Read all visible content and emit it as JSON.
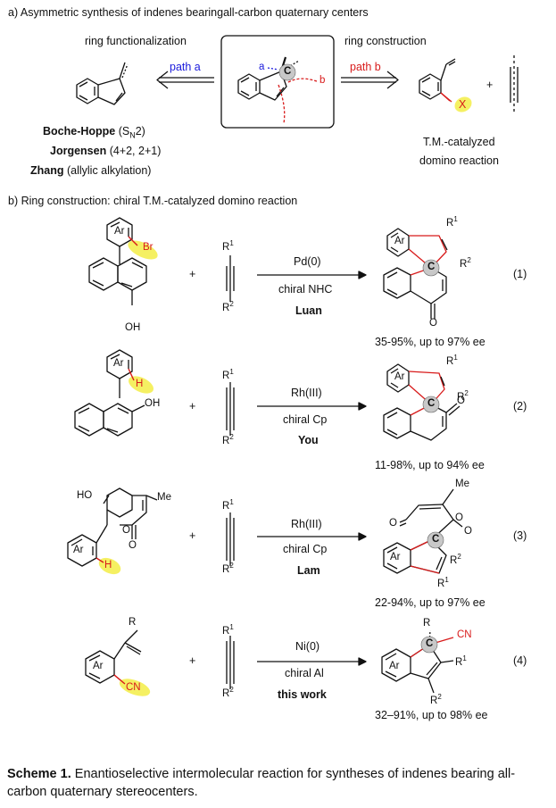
{
  "section_a": {
    "title": "a) Asymmetric synthesis of indenes bearingall-carbon quaternary centers",
    "left_label": "ring functionalization",
    "right_label": "ring construction",
    "path_a": "path a",
    "path_b": "path b",
    "bond_a": "a",
    "bond_b": "b",
    "center_c": "C",
    "refs": [
      {
        "name": "Boche-Hoppe",
        "detail_pre": " (S",
        "detail_sub": "N",
        "detail_post": "2)"
      },
      {
        "name": "Jorgensen",
        "detail": " (4+2, 2+1)"
      },
      {
        "name": "Zhang",
        "detail": " (allylic alkylation)"
      }
    ],
    "plus": "+",
    "x_label": "X",
    "tm_line1": "T.M.-catalyzed",
    "tm_line2": "domino reaction"
  },
  "section_b": {
    "title": "b) Ring construction: chiral T.M.-catalyzed domino reaction",
    "reactions": [
      {
        "cat": "Pd(0)",
        "ligand": "chiral NHC",
        "author": "Luan",
        "yield": "35-95%, up to 97% ee",
        "num": "(1)",
        "group": "Br",
        "ar": "Ar"
      },
      {
        "cat": "Rh(III)",
        "ligand": "chiral Cp",
        "author": "You",
        "yield": "11-98%, up to 94% ee",
        "num": "(2)",
        "group": "H",
        "ar": "Ar"
      },
      {
        "cat": "Rh(III)",
        "ligand": "chiral Cp",
        "author": "Lam",
        "yield": "22-94%, up to 97% ee",
        "num": "(3)",
        "group": "H",
        "ar": "Ar"
      },
      {
        "cat": "Ni(0)",
        "ligand": "chiral Al",
        "author": "this work",
        "yield": "32–91%, up to 98% ee",
        "num": "(4)",
        "group": "CN",
        "ar": "Ar"
      }
    ],
    "plus": "+",
    "r1": "R1",
    "r2": "R2",
    "oh": "OH",
    "o": "O",
    "ho": "HO",
    "me": "Me",
    "r": "R",
    "cn": "CN",
    "c": "C"
  },
  "caption": {
    "label": "Scheme 1.",
    "text": " Enantioselective intermolecular reaction for syntheses of indenes bearing all-carbon quaternary stereocenters."
  },
  "colors": {
    "highlight": "#f5f05a",
    "bond_red": "#d81b1b",
    "path_blue": "#1a1adc",
    "quat_grey": "#c8c8c8"
  }
}
